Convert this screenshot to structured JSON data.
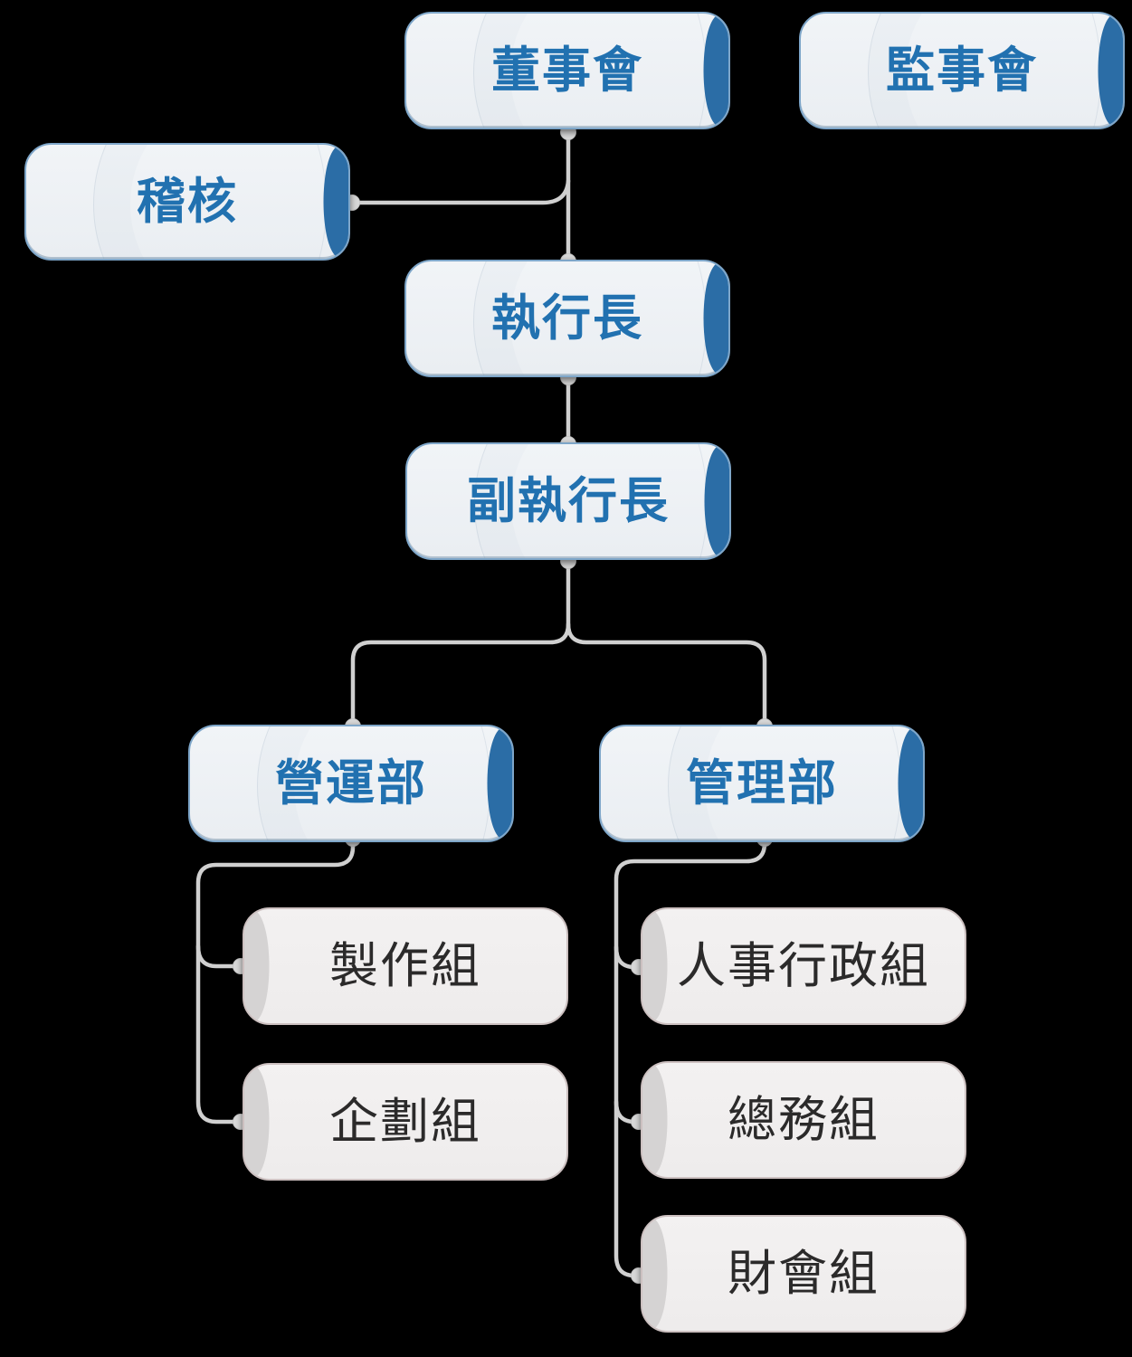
{
  "diagram": {
    "type": "org-chart",
    "nodes": [
      {
        "id": "board-of-directors",
        "label": "董事會",
        "style": "primary"
      },
      {
        "id": "supervisory-board",
        "label": "監事會",
        "style": "primary"
      },
      {
        "id": "audit",
        "label": "稽核",
        "style": "primary"
      },
      {
        "id": "ceo",
        "label": "執行長",
        "style": "primary"
      },
      {
        "id": "deputy-ceo",
        "label": "副執行長",
        "style": "primary"
      },
      {
        "id": "operations-dept",
        "label": "營運部",
        "style": "primary"
      },
      {
        "id": "management-dept",
        "label": "管理部",
        "style": "primary"
      },
      {
        "id": "production-team",
        "label": "製作組",
        "style": "secondary"
      },
      {
        "id": "planning-team",
        "label": "企劃組",
        "style": "secondary"
      },
      {
        "id": "hr-admin-team",
        "label": "人事行政組",
        "style": "secondary"
      },
      {
        "id": "general-affairs-team",
        "label": "總務組",
        "style": "secondary"
      },
      {
        "id": "finance-accounting-team",
        "label": "財會組",
        "style": "secondary"
      }
    ],
    "edges": [
      {
        "from": "董事會",
        "to": "執行長"
      },
      {
        "from": "董事會",
        "to": "稽核"
      },
      {
        "from": "執行長",
        "to": "副執行長"
      },
      {
        "from": "副執行長",
        "to": "營運部"
      },
      {
        "from": "副執行長",
        "to": "管理部"
      },
      {
        "from": "營運部",
        "to": "製作組"
      },
      {
        "from": "營運部",
        "to": "企劃組"
      },
      {
        "from": "管理部",
        "to": "人事行政組"
      },
      {
        "from": "管理部",
        "to": "總務組"
      },
      {
        "from": "管理部",
        "to": "財會組"
      }
    ],
    "colors": {
      "background": "#000000",
      "primary_fill": "#eef2f5",
      "primary_border": "#7ea6c9",
      "primary_text": "#2171b0",
      "primary_crescent": "#2b6da6",
      "secondary_fill": "#f1efef",
      "secondary_border": "#ccc0c0",
      "secondary_text": "#2b2a2a",
      "secondary_crescent": "#d5d3d3",
      "connector_line": "#d0d0d0",
      "connector_dot": "#d9d9d9"
    }
  }
}
